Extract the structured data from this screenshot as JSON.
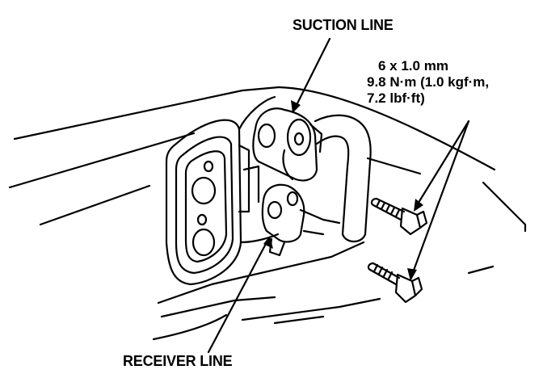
{
  "labels": {
    "suction_line": "SUCTION LINE",
    "receiver_line": "RECEIVER LINE"
  },
  "bolt_spec": {
    "size": "6 x 1.0 mm",
    "torque_nm": "9.8 N·m (1.0 kgf·m,",
    "torque_lbf": "7.2 lbf·ft)"
  },
  "colors": {
    "ink": "#000000",
    "paper": "#ffffff"
  }
}
